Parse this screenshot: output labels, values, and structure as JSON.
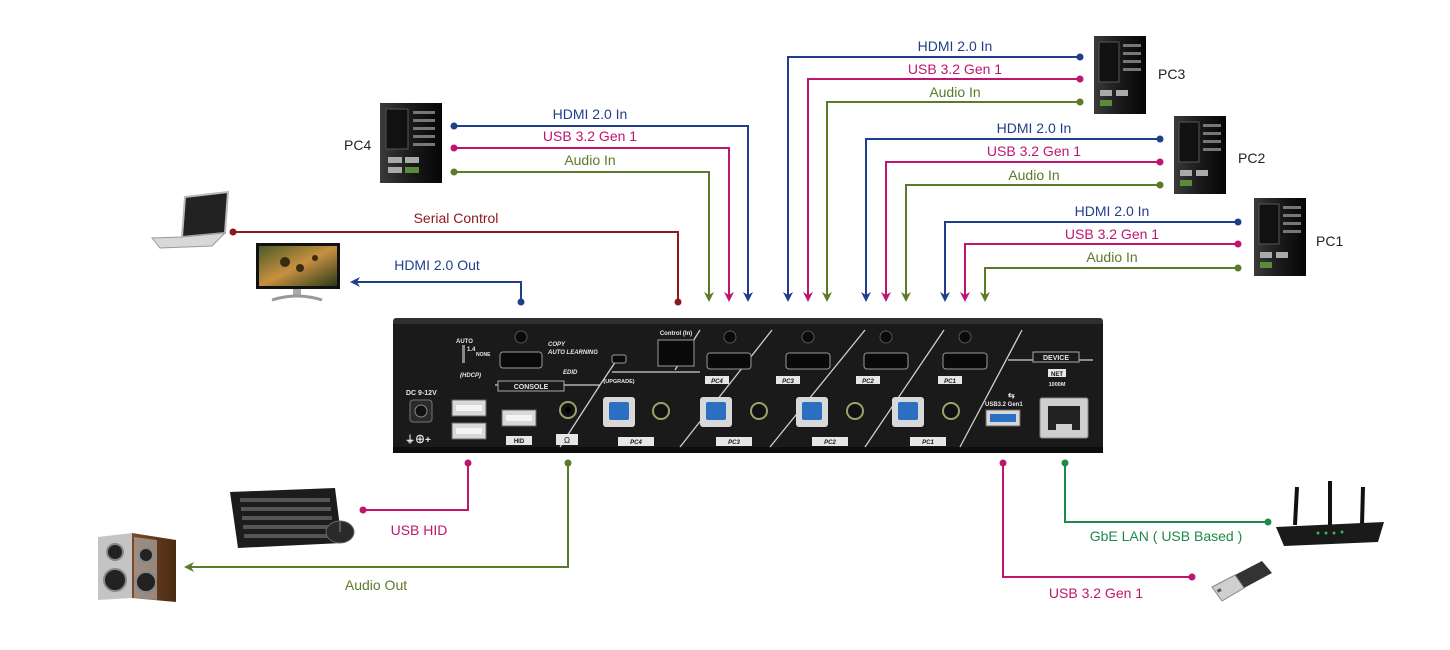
{
  "colors": {
    "hdmi": "#1f3f8a",
    "usb": "#c0156f",
    "audio": "#5b7a2a",
    "serial": "#8b1a1a",
    "lan": "#1e8a4a",
    "device_body": "#1a1a1a"
  },
  "pcs": {
    "pc1": {
      "name": "PC1"
    },
    "pc2": {
      "name": "PC2"
    },
    "pc3": {
      "name": "PC3"
    },
    "pc4": {
      "name": "PC4"
    }
  },
  "connections": {
    "hdmi_in": "HDMI 2.0 In",
    "usb_in": "USB 3.2 Gen 1",
    "audio_in": "Audio In",
    "serial": "Serial Control",
    "hdmi_out": "HDMI 2.0 Out",
    "usb_hid": "USB HID",
    "audio_out": "Audio Out",
    "lan": "GbE LAN ( USB Based )",
    "usb_dev": "USB 3.2 Gen 1"
  },
  "panel": {
    "console": "CONSOLE",
    "device": "DEVICE",
    "copy": "COPY",
    "auto_learning": "AUTO LEARNING",
    "edid": "EDID",
    "hdcp": "(HDCP)",
    "auto": "AUTO",
    "v14": "1.4",
    "none": "NONE",
    "control_in": "Control (In)",
    "upgrade": "(UPGRADE)",
    "dc": "DC 9-12V",
    "hid": "HID",
    "net": "NET",
    "speed": "1000M",
    "usb_gen": "USB3.2 Gen1",
    "ports": [
      "PC4",
      "PC3",
      "PC2",
      "PC1"
    ]
  }
}
